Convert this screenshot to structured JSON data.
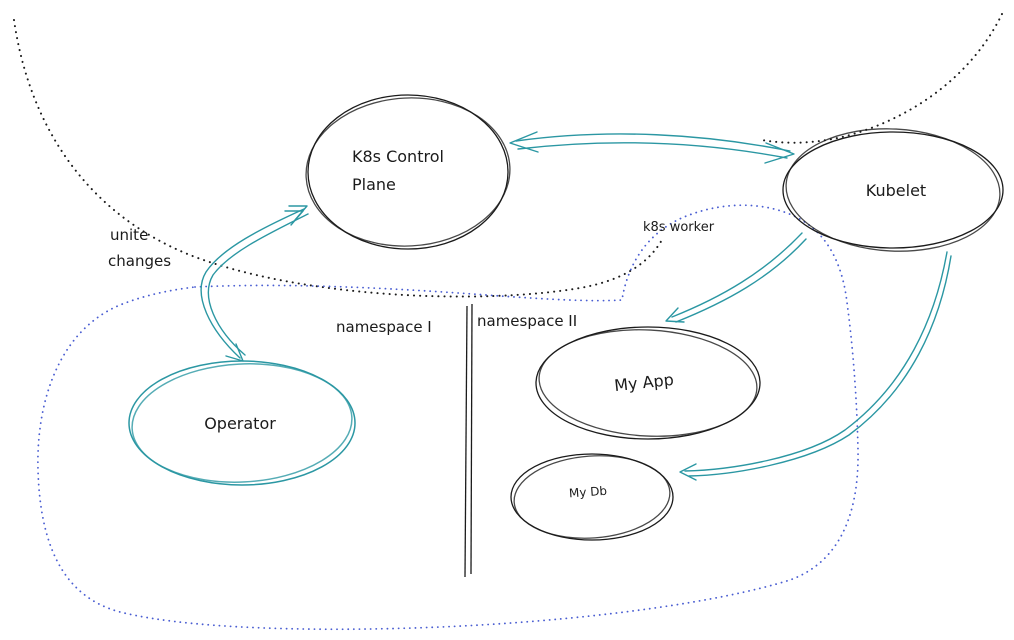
{
  "diagram": {
    "nodes": {
      "control_plane": {
        "line1": "K8s Control",
        "line2": "Plane"
      },
      "kubelet": {
        "label": "Kubelet"
      },
      "operator": {
        "label": "Operator"
      },
      "my_app": {
        "label": "My App"
      },
      "my_db": {
        "label": "My Db"
      }
    },
    "annotations": {
      "unite_line1": "unite",
      "unite_line2": "changes",
      "namespace_1": "namespace I",
      "namespace_2": "namespace II",
      "k8s_worker": "k8s worker"
    },
    "colors": {
      "stroke_black": "#1b1b1b",
      "teal": "#2b97a3",
      "teal_hatch": "#74c7cd",
      "red_hatch": "#efa3a3",
      "blue_dotted": "#4a5ed2"
    }
  }
}
